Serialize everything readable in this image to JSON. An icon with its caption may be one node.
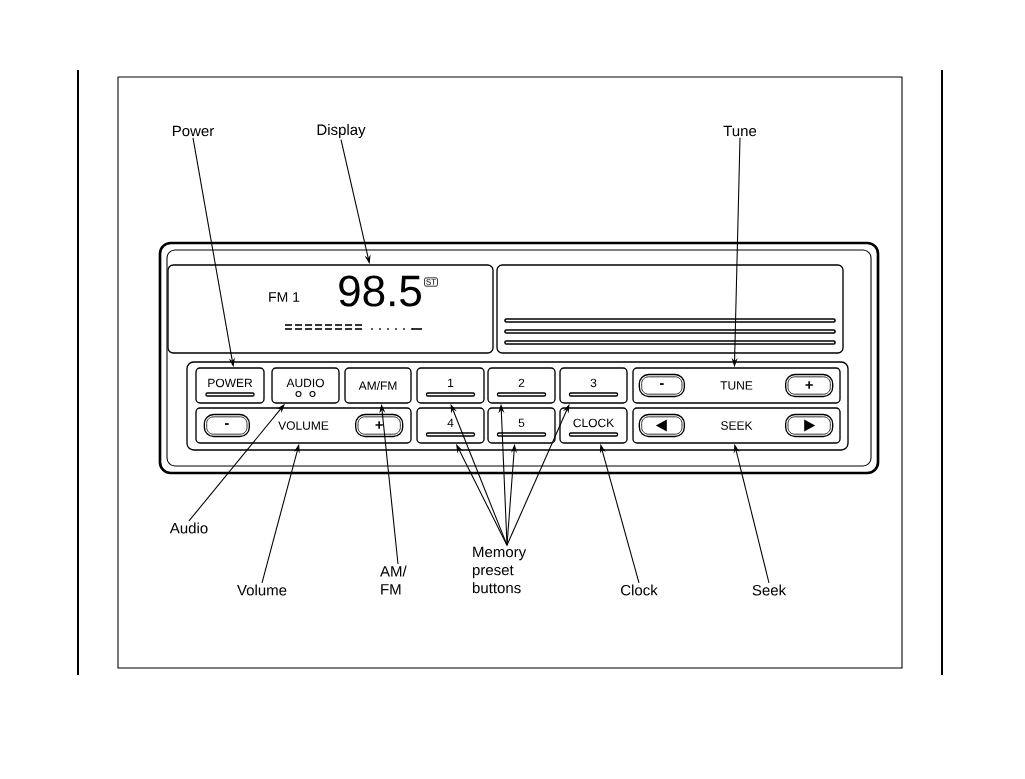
{
  "diagram": {
    "nodes": [
      {
        "text": [
          "Power"
        ]
      },
      {
        "text": [
          "Display"
        ]
      },
      {
        "text": [
          "Tune"
        ]
      },
      {
        "text": [
          "FM 1",
          "98.5",
          "ST"
        ]
      },
      {
        "text": [
          "POWER"
        ]
      },
      {
        "text": [
          "AUDIO"
        ]
      },
      {
        "text": [
          "AM/FM"
        ]
      },
      {
        "text": [
          "1"
        ]
      },
      {
        "text": [
          "2"
        ]
      },
      {
        "text": [
          "3"
        ]
      },
      {
        "text": [
          "TUNE"
        ]
      },
      {
        "text": [
          "-"
        ],
        "in": 10
      },
      {
        "text": [
          "+"
        ],
        "in": 10
      },
      {
        "text": [
          "VOLUME"
        ]
      },
      {
        "text": [
          "-"
        ],
        "in": 13
      },
      {
        "text": [
          "+"
        ],
        "in": 13
      },
      {
        "text": [
          "4"
        ]
      },
      {
        "text": [
          "5"
        ]
      },
      {
        "text": [
          "CLOCK"
        ]
      },
      {
        "text": [
          "SEEK"
        ]
      },
      {
        "text": [],
        "shape": "box",
        "in": 19
      },
      {
        "text": [],
        "shape": "box",
        "in": 19
      },
      {
        "text": [
          "Audio"
        ]
      },
      {
        "text": [
          "Volume"
        ]
      },
      {
        "text": [
          "AM/ FM"
        ]
      },
      {
        "text": [
          "Memory preset buttons"
        ]
      },
      {
        "text": [
          "Clock"
        ]
      },
      {
        "text": [
          "Seek"
        ]
      }
    ],
    "edges": [
      {
        "from": 0,
        "to": 4,
        "arrow": "to"
      },
      {
        "from": 1,
        "to": 3,
        "arrow": "to"
      },
      {
        "from": 2,
        "to": 10,
        "arrow": "to"
      },
      {
        "from": 22,
        "to": 5,
        "arrow": "to"
      },
      {
        "from": 23,
        "to": 13,
        "arrow": "to"
      },
      {
        "from": 24,
        "to": 6,
        "arrow": "to"
      },
      {
        "from": 25,
        "to": 7,
        "arrow": "to"
      },
      {
        "from": 25,
        "to": 8,
        "arrow": "to"
      },
      {
        "from": 25,
        "to": 9,
        "arrow": "to"
      },
      {
        "from": 25,
        "to": 16,
        "arrow": "to"
      },
      {
        "from": 25,
        "to": 17,
        "arrow": "to"
      },
      {
        "from": 26,
        "to": 18,
        "arrow": "to"
      },
      {
        "from": 27,
        "to": 19,
        "arrow": "to"
      }
    ]
  }
}
